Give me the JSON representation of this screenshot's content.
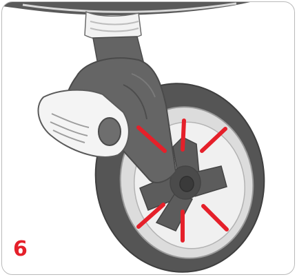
{
  "step": {
    "number": "6"
  },
  "illustration": {
    "subject": "stroller-front-swivel-wheel",
    "indicator": "red-click-lines",
    "colors": {
      "body": "#5f5f5f",
      "body_dark": "#4a4a4a",
      "tire": "#565656",
      "rim": "#e6e6e6",
      "accent_white": "#f4f4f4",
      "indicator": "#e5202a",
      "frame_border": "#b9b9b9"
    }
  }
}
